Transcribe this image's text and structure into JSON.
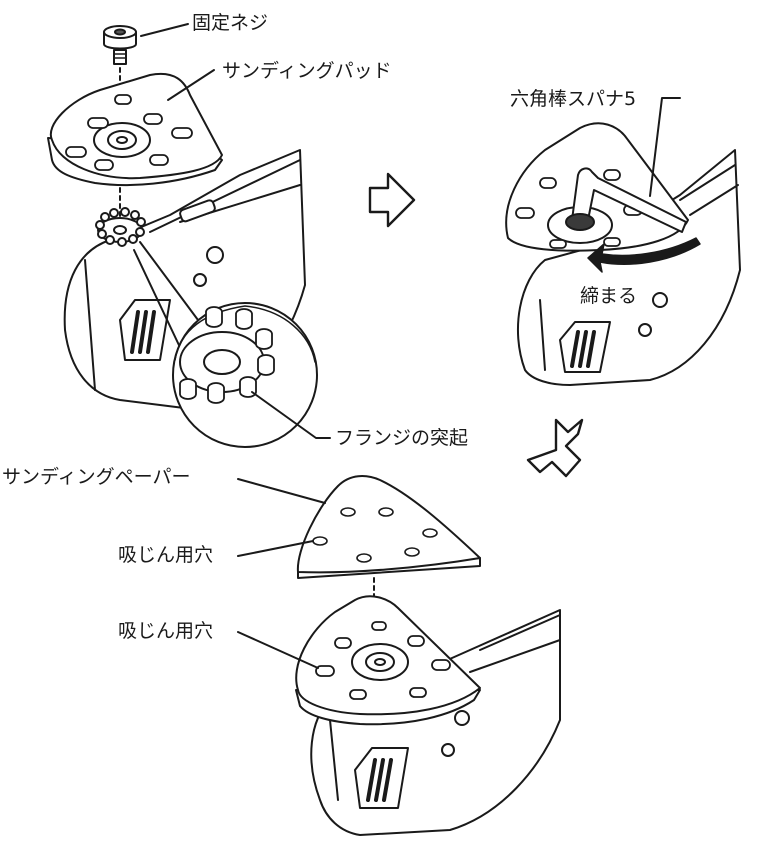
{
  "labels": {
    "fixing_screw": "固定ネジ",
    "sanding_pad": "サンディングパッド",
    "hex_wrench": "六角棒スパナ5",
    "tighten": "締まる",
    "flange_protrusion": "フランジの突起",
    "sanding_paper": "サンディングペーパー",
    "dust_hole_paper": "吸じん用穴",
    "dust_hole_pad": "吸じん用穴"
  },
  "colors": {
    "line": "#1a1a1a",
    "fill": "#ffffff",
    "shade": "#555555",
    "dark_part": "#3a3a3a"
  },
  "icons": [
    "right-arrow-icon",
    "down-left-arrow-icon",
    "rotation-arrow-icon"
  ]
}
